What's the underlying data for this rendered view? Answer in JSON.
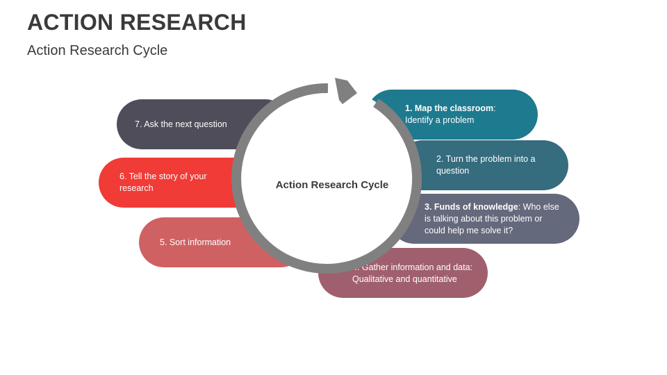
{
  "header": {
    "title": "ACTION RESEARCH",
    "subtitle": "Action Research Cycle"
  },
  "cycle": {
    "center_label": "Action Research Cycle",
    "ring_color": "#808080",
    "center_fill": "#ffffff"
  },
  "steps": [
    {
      "bold": "1. Map the classroom",
      "rest": ": Identify a problem",
      "color": "#1e7a8e"
    },
    {
      "bold": "",
      "rest": "2. Turn the problem into a question",
      "color": "#356c7e"
    },
    {
      "bold": "3. Funds of knowledge",
      "rest": ": Who else is talking about this problem or could help me solve it?",
      "color": "#64697c"
    },
    {
      "bold": "",
      "rest": "4. Gather information and data: Qualitative and quantitative",
      "color": "#a05f6c"
    },
    {
      "bold": "",
      "rest": "5. Sort information",
      "color": "#cf6163"
    },
    {
      "bold": "",
      "rest": "6. Tell the story of your research",
      "color": "#f03b36"
    },
    {
      "bold": "",
      "rest": "7. Ask the next question",
      "color": "#4e4d59"
    }
  ]
}
